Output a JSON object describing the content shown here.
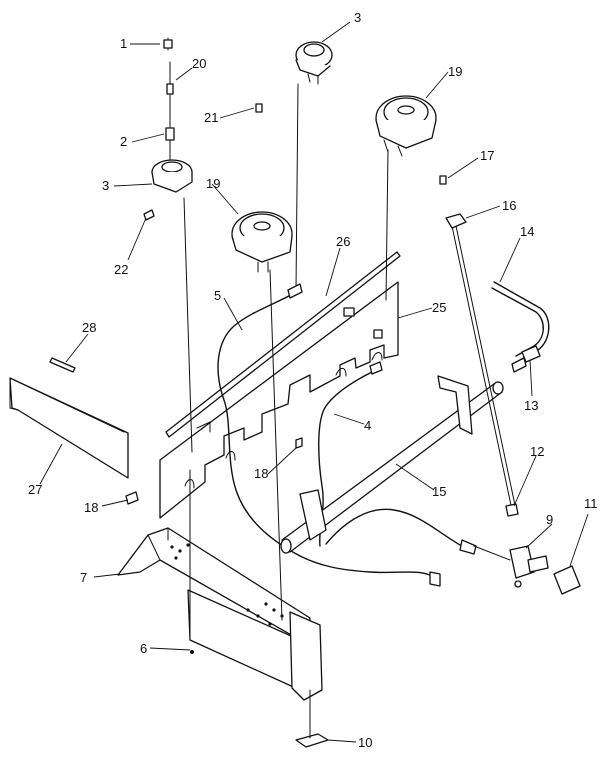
{
  "callouts": {
    "c1": "1",
    "c20": "20",
    "c2": "2",
    "c3a": "3",
    "c3b": "3",
    "c22": "22",
    "c21": "21",
    "c19a": "19",
    "c19b": "19",
    "c17": "17",
    "c16": "16",
    "c14": "14",
    "c26": "26",
    "c5": "5",
    "c25": "25",
    "c28": "28",
    "c4": "4",
    "c13": "13",
    "c12": "12",
    "c27": "27",
    "c18a": "18",
    "c18b": "18",
    "c15": "15",
    "c11": "11",
    "c9": "9",
    "c7": "7",
    "c6": "6",
    "c10": "10"
  }
}
